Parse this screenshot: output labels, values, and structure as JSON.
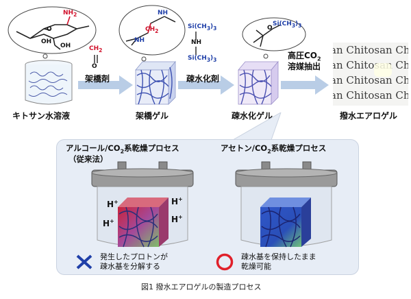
{
  "steps": {
    "chitosan_solution": "キトサン水溶液",
    "crosslinker": "架橋剤",
    "crosslinked_gel": "架橋ゲル",
    "hydrophobizer": "疎水化剤",
    "hydrophobized_gel": "疎水化ゲル",
    "extraction_line1": "高圧CO",
    "extraction_sub": "2",
    "extraction_line2": "溶媒抽出",
    "aerogel": "撥水エアロゲル"
  },
  "chem": {
    "nh2": "NH",
    "nh2_sub": "2",
    "o": "O",
    "oh": "OH",
    "nh": "NH",
    "ch2": "CH",
    "ch2_sub": "2",
    "sime3": "Si(CH",
    "sime3_sub": "3",
    "sime3_tail": ")",
    "sime3_tail_sub": "3"
  },
  "aerogel_text": [
    "an Chitosan Ch",
    "an Chitosan Ch",
    "an Chitosan Ch",
    "an Chitosan Ch"
  ],
  "left_process": {
    "title_a": "アルコール/CO",
    "title_sub": "2",
    "title_b": "系乾燥プロセス",
    "subtitle": "（従来法）",
    "hplus": "H",
    "hplus_sup": "+",
    "result_line1": "発生したプロトンが",
    "result_line2": "疎水基を分解する"
  },
  "right_process": {
    "title_a": "アセトン/CO",
    "title_sub": "2",
    "title_b": "系乾燥プロセス",
    "result_line1": "疎水基を保持したまま",
    "result_line2": "乾燥可能"
  },
  "caption": "図1 撥水エアロゲルの製造プロセス",
  "colors": {
    "arrow": "#b9cde6",
    "net_blue": "#3b4fb0",
    "cross_blue": "#1f3fa8",
    "circle_red": "#e0202a",
    "panel_bg": "#e7edf6"
  }
}
